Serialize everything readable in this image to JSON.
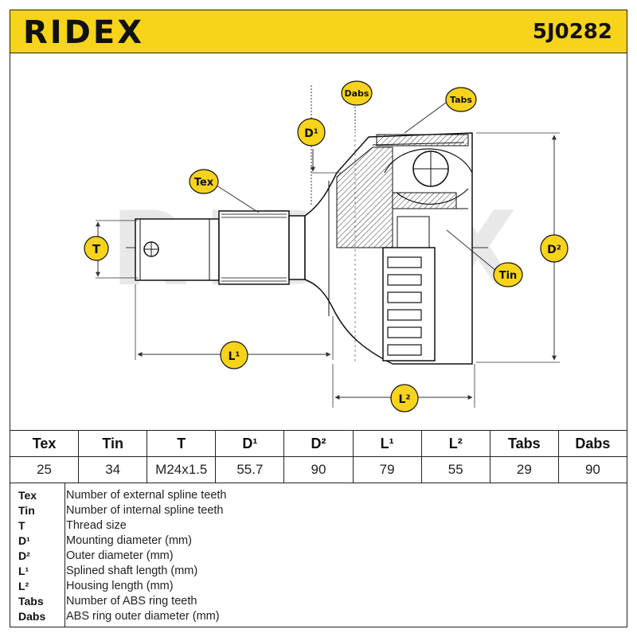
{
  "header": {
    "brand": "RIDEX",
    "part_number": "5J0282",
    "background_color": "#f7d31a"
  },
  "diagram": {
    "watermark": "RIDEX",
    "callouts": {
      "tex": "Tex",
      "tin": "Tin",
      "t": "T",
      "d1": "D¹",
      "d2": "D²",
      "l1": "L¹",
      "l2": "L²",
      "tabs": "Tabs",
      "dabs": "Dabs"
    },
    "accent_color": "#f7d31a"
  },
  "specs": {
    "headers": [
      "Tex",
      "Tin",
      "T",
      "D¹",
      "D²",
      "L¹",
      "L²",
      "Tabs",
      "Dabs"
    ],
    "values": [
      "25",
      "34",
      "M24x1.5",
      "55.7",
      "90",
      "79",
      "55",
      "29",
      "90"
    ]
  },
  "legend": [
    {
      "key": "Tex",
      "desc": "Number of external spline teeth"
    },
    {
      "key": "Tin",
      "desc": "Number of internal spline teeth"
    },
    {
      "key": "T",
      "desc": "Thread size"
    },
    {
      "key": "D¹",
      "desc": "Mounting diameter (mm)"
    },
    {
      "key": "D²",
      "desc": "Outer diameter (mm)"
    },
    {
      "key": "L¹",
      "desc": "Splined shaft length (mm)"
    },
    {
      "key": "L²",
      "desc": "Housing length (mm)"
    },
    {
      "key": "Tabs",
      "desc": "Number of ABS ring teeth"
    },
    {
      "key": "Dabs",
      "desc": "ABS ring outer diameter (mm)"
    }
  ]
}
